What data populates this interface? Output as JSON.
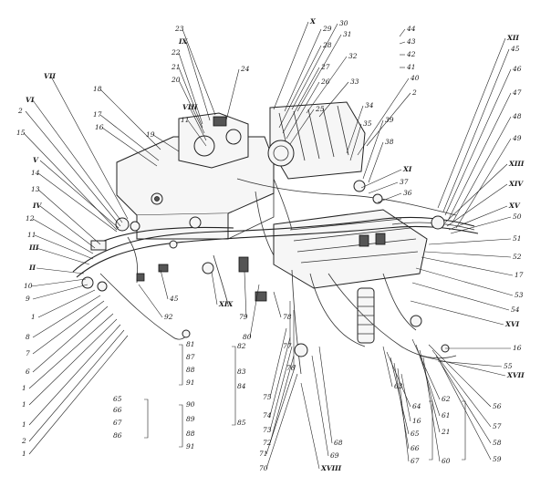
{
  "diagram": {
    "labels_top": [
      "23",
      "X",
      "29",
      "30",
      "31",
      "32",
      "33",
      "44",
      "43",
      "42",
      "41",
      "40",
      "XII",
      "45",
      "46",
      "47",
      "48",
      "49"
    ],
    "labels_upper_left": [
      "22",
      "21",
      "20",
      "IX",
      "24",
      "28",
      "27",
      "26",
      "25",
      "VIII",
      "11",
      "18",
      "17",
      "16",
      "19",
      "VII",
      "VI",
      "2",
      "15",
      "34",
      "35",
      "39",
      "38",
      "2"
    ],
    "labels_left": [
      "V",
      "14",
      "13",
      "IV",
      "12",
      "11",
      "III",
      "II",
      "10",
      "9",
      "1",
      "8",
      "7",
      "6",
      "1",
      "1",
      "1",
      "2",
      "1"
    ],
    "labels_center": [
      "XI",
      "37",
      "36",
      "XIII",
      "XIV",
      "XV",
      "50",
      "51",
      "52",
      "17",
      "53",
      "54",
      "XVI",
      "16",
      "XVII",
      "55"
    ],
    "labels_bottom_left": [
      "45",
      "XIX",
      "92",
      "79",
      "80",
      "78",
      "77",
      "76",
      "75",
      "74",
      "73",
      "72",
      "71",
      "70",
      "XVIII",
      "69",
      "68"
    ],
    "labels_col_a": [
      "81",
      "87",
      "88",
      "91"
    ],
    "labels_col_b": [
      "82",
      "83",
      "84",
      "85"
    ],
    "labels_col_c": [
      "90",
      "89",
      "88",
      "91"
    ],
    "labels_col_d": [
      "65",
      "66",
      "67",
      "86"
    ],
    "labels_bottom_right": [
      "63",
      "64",
      "65",
      "66",
      "67",
      "16",
      "62",
      "61",
      "21",
      "60",
      "56",
      "57",
      "58",
      "59"
    ]
  }
}
